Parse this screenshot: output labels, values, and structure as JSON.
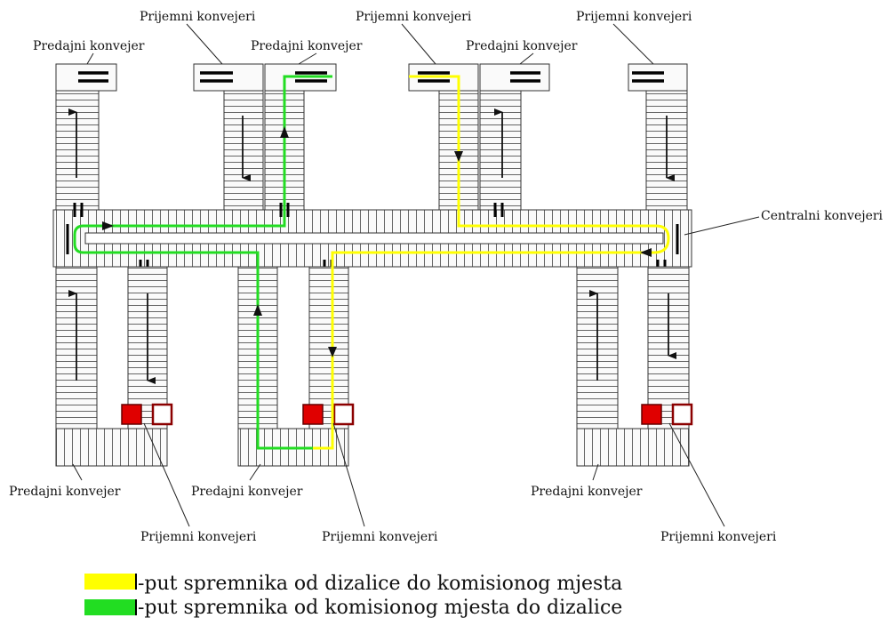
{
  "labels": {
    "prijemni": "Prijemni konvejeri",
    "predajni": "Predajni konvejer",
    "centralni": "Centralni konvejeri"
  },
  "legend": [
    {
      "color": "#ffff00",
      "text": "-put spremnika od dizalice do komisionog mjesta"
    },
    {
      "color": "#22dd22",
      "text": "-put spremnika od komisionog mjesta do dizalice"
    }
  ],
  "colors": {
    "yellow_path": "#ffff00",
    "green_path": "#22dd22",
    "station_red": "#e00000"
  }
}
